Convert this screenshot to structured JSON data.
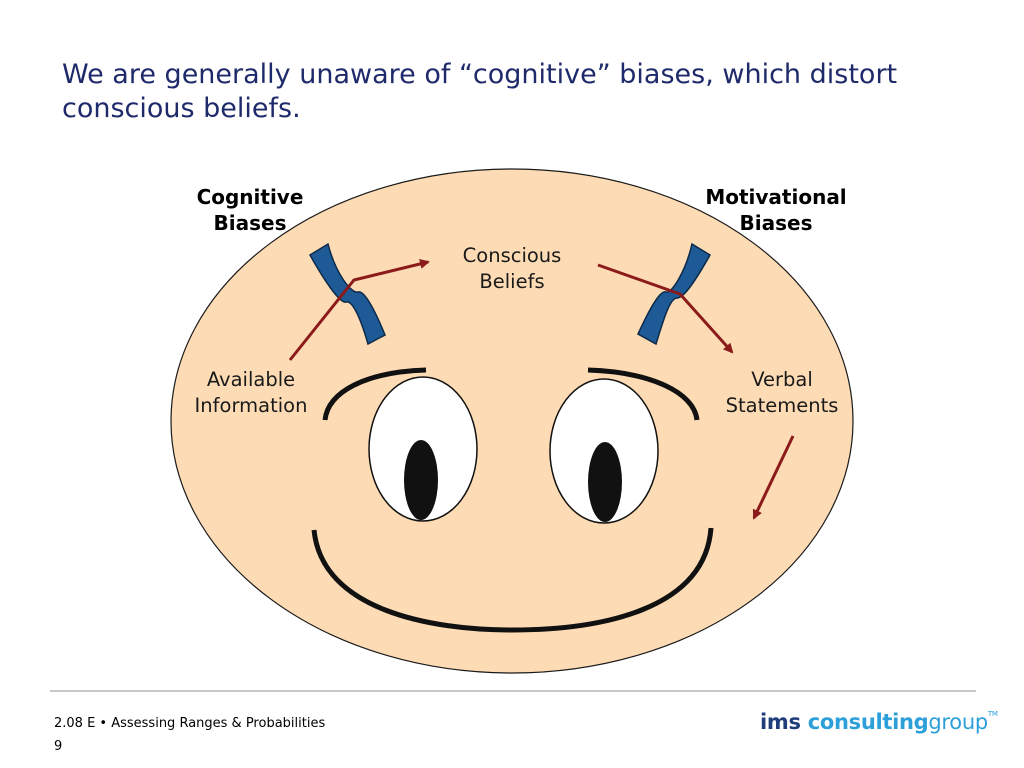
{
  "slide": {
    "title": "We are generally unaware of “cognitive” biases, which distort conscious beliefs."
  },
  "diagram": {
    "labels": {
      "cognitive_biases_line1": "Cognitive",
      "cognitive_biases_line2": "Biases",
      "motivational_biases_line1": "Motivational",
      "motivational_biases_line2": "Biases",
      "conscious_beliefs_line1": "Conscious",
      "conscious_beliefs_line2": "Beliefs",
      "available_information_line1": "Available",
      "available_information_line2": "Information",
      "verbal_statements_line1": "Verbal",
      "verbal_statements_line2": "Statements"
    },
    "colors": {
      "face_fill": "#fddcb5",
      "filter_fill": "#1e5a96",
      "arrow": "#8b1a1a",
      "title": "#1f2a6b"
    }
  },
  "footer": {
    "course": "2.08 E • Assessing Ranges & Probabilities",
    "page_number": "9",
    "logo": {
      "part1": "ims",
      "part2": "consulting",
      "part3": "group",
      "tm": "TM"
    }
  }
}
